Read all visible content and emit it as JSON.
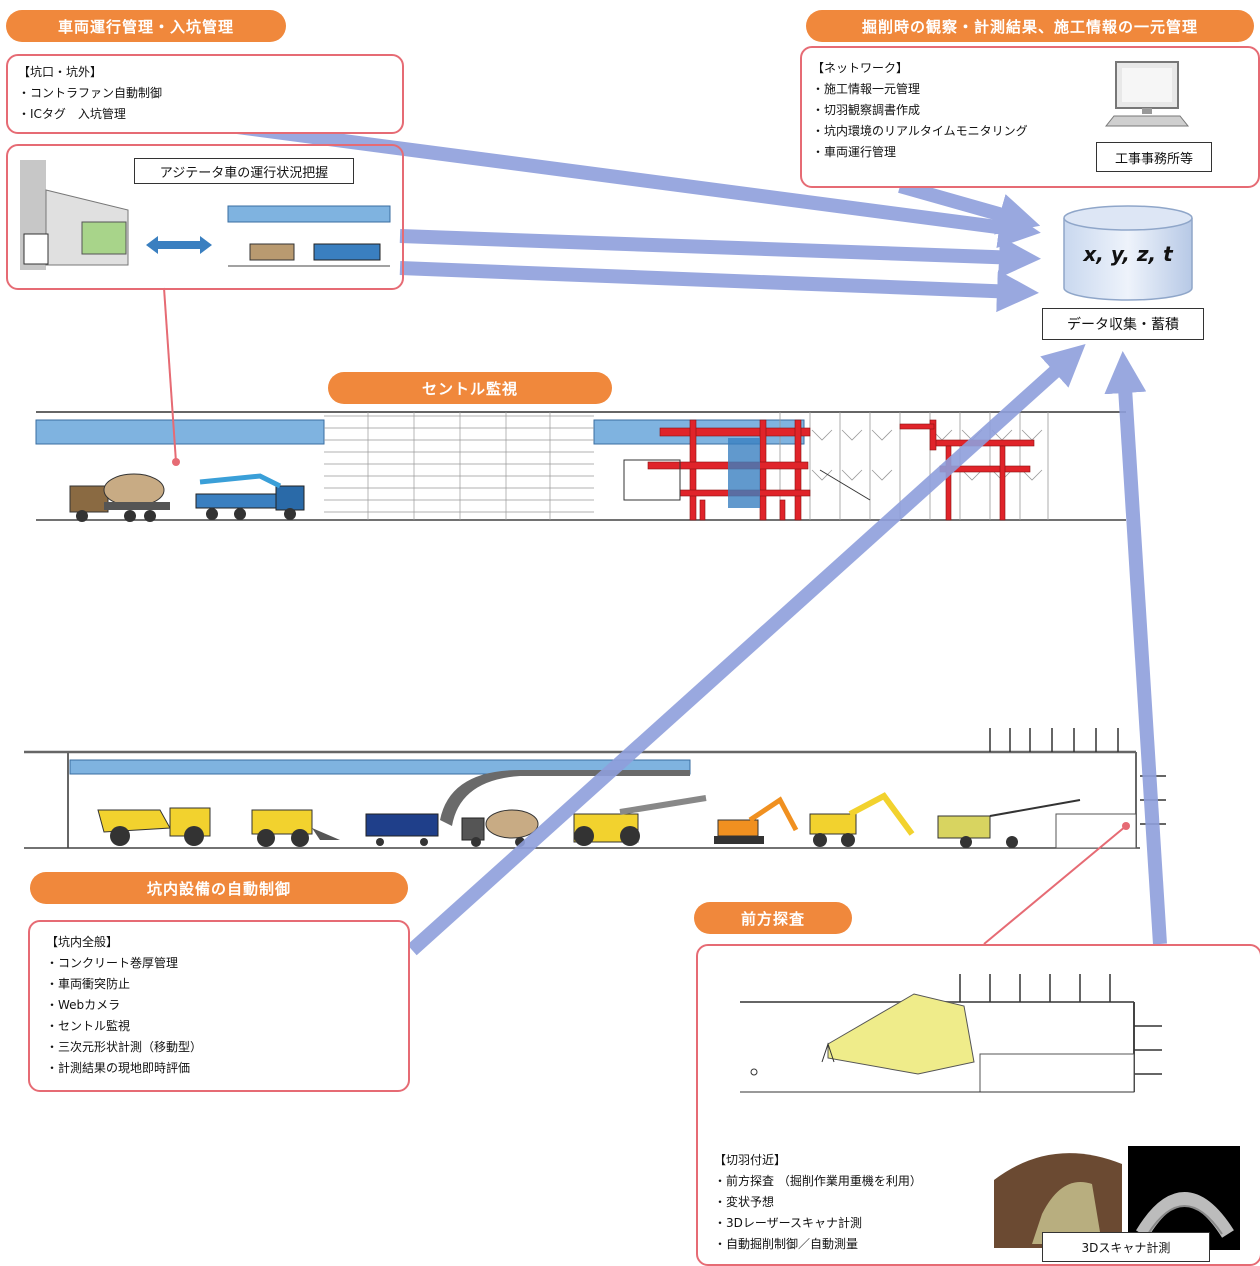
{
  "sections": {
    "vehicle_mgmt": "車両運行管理・入坑管理",
    "centralized_mgmt": "掘削時の観察・計測結果、施工情報の一元管理",
    "centle_monitoring": "セントル監視",
    "auto_control": "坑内設備の自動制御",
    "forward_probe": "前方探査"
  },
  "vehicle_box": {
    "items": [
      "【坑口・坑外】",
      "・コントラファン自動制御",
      "・ICタグ　入坑管理"
    ]
  },
  "agitator": {
    "label": "アジテータ車の運行状況把握"
  },
  "network_box": {
    "items": [
      "【ネットワーク】",
      "・施工情報一元管理",
      "・切羽観察調書作成",
      "・坑内環境のリアルタイムモニタリング",
      "・車両運行管理"
    ],
    "office_label": "工事事務所等"
  },
  "database": {
    "variables": "x, y, z, t",
    "label": "データ収集・蓄積"
  },
  "tunnel_box": {
    "items": [
      "【坑内全般】",
      "・コンクリート巻厚管理",
      "・車両衝突防止",
      "・Webカメラ",
      "・セントル監視",
      "・三次元形状計測（移動型）",
      "・計測結果の現地即時評価"
    ]
  },
  "face_box": {
    "items": [
      "【切羽付近】",
      "・前方探査 （掘削作業用重機を利用）",
      "・変状予想",
      "・3Dレーザースキャナ計測",
      "・自動掘削制御／自動測量"
    ],
    "scan_label": "3Dスキャナ計測"
  },
  "colors": {
    "accent_orange": "#f0883c",
    "card_border": "#e66b74",
    "arrow_blue": "#8f9fdc",
    "sky_blue": "#7fb3e0",
    "truck_blue": "#3a7fc0",
    "structure_red": "#e0242a",
    "machine_yellow": "#f2d22e"
  },
  "icons": [
    "computer-icon",
    "database-icon",
    "double-arrow-icon",
    "mixer-truck-icon",
    "pump-truck-icon",
    "dump-truck-icon",
    "wheel-loader-icon",
    "excavator-icon",
    "drill-jumbo-icon",
    "scan-image"
  ]
}
